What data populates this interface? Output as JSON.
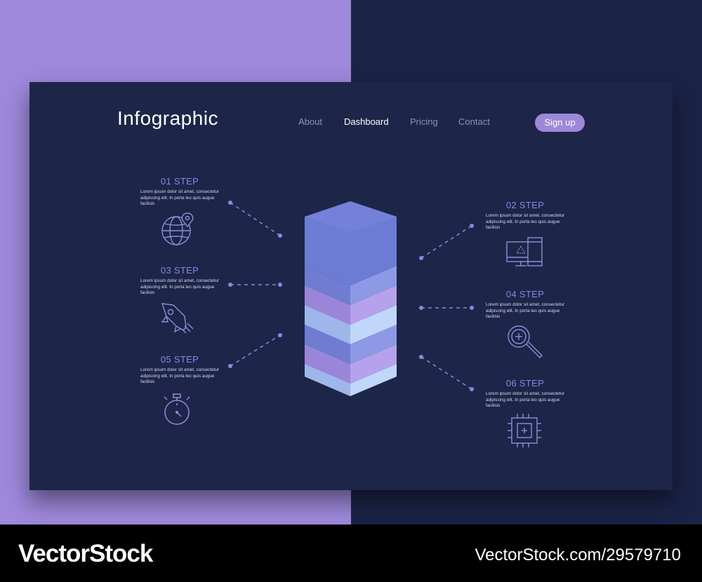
{
  "header": {
    "logo": "Infographic",
    "nav": [
      "About",
      "Dashboard",
      "Pricing",
      "Contact"
    ],
    "active_nav": "Dashboard",
    "signup": "Sign up"
  },
  "steps": [
    {
      "title": "01 STEP",
      "desc": "Lorem ipsum dolor sit amet, consectetur adipiscing elit. In porta leo quis augue facilisis",
      "icon": "globe-pin-icon"
    },
    {
      "title": "02 STEP",
      "desc": "Lorem ipsum dolor sit amet, consectetur adipiscing elit. In porta leo quis augue facilisis",
      "icon": "monitor-phone-icon"
    },
    {
      "title": "03 STEP",
      "desc": "Lorem ipsum dolor sit amet, consectetur adipiscing elit. In porta leo quis augue facilisis",
      "icon": "rocket-icon"
    },
    {
      "title": "04 STEP",
      "desc": "Lorem ipsum dolor sit amet, consectetur adipiscing elit. In porta leo quis augue facilisis",
      "icon": "magnifier-icon"
    },
    {
      "title": "05 STEP",
      "desc": "Lorem ipsum dolor sit amet, consectetur adipiscing elit. In porta leo quis augue facilisis",
      "icon": "stopwatch-icon"
    },
    {
      "title": "06 STEP",
      "desc": "Lorem ipsum dolor sit amet, consectetur adipiscing elit. In porta leo quis augue facilisis",
      "icon": "chip-icon"
    }
  ],
  "footer": {
    "brand": "VectorStock",
    "url": "VectorStock.com/29579710"
  },
  "colors": {
    "background_left": "#9d88da",
    "background_right": "#1b2346",
    "card": "#1d2548",
    "accent": "#9d88da",
    "step_title": "#8c87e6"
  }
}
